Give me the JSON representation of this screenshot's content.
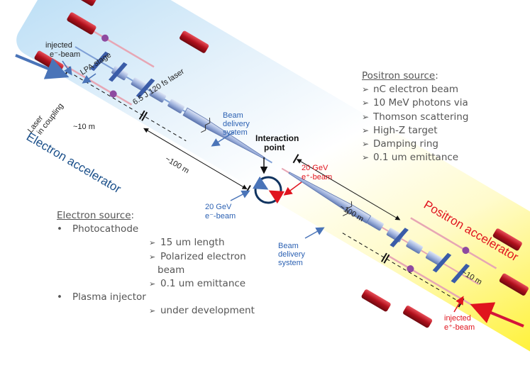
{
  "labels": {
    "injected_electron": [
      "injected",
      "e⁻-beam"
    ],
    "lpa_stage": "LPA stage",
    "laser_spec": "6.5 J 120 fs laser",
    "laser_in_coupling": [
      "Laser",
      "in coupling"
    ],
    "ten_m_left": "~10 m",
    "ten_m_right": "~10 m",
    "electron_accelerator": "Electron accelerator",
    "positron_accelerator": "Positron accelerator",
    "bds_upper": [
      "Beam",
      "delivery",
      "system"
    ],
    "bds_lower": [
      "Beam",
      "delivery",
      "system"
    ],
    "hundred_m_left": "~100 m",
    "hundred_m_right": "~100 m",
    "interaction_point": [
      "Interaction",
      "point"
    ],
    "electron_beam_20gev": [
      "20 GeV",
      "e⁻-beam"
    ],
    "positron_beam_20gev": [
      "20 GeV",
      "e⁺-beam"
    ],
    "injected_positron": [
      "injected",
      "e⁺-beam"
    ]
  },
  "positron_source": {
    "title": "Positron source",
    "items": [
      "nC electron beam",
      "10 MeV photons via",
      "Thomson scattering",
      "High-Z target",
      "Damping ring",
      "0.1 um emittance"
    ]
  },
  "electron_source": {
    "title": "Electron source",
    "groups": [
      {
        "label": "Photocathode",
        "items": [
          "15 um length",
          "Polarized electron beam",
          "0.1 um emittance"
        ]
      },
      {
        "label": "Plasma injector",
        "items": [
          "under development"
        ]
      }
    ]
  },
  "colors": {
    "electron_bg": "#c6e2f5",
    "positron_bg": "#fff23a",
    "beamline": "#4a74b8",
    "magnet": "#9fb2dd",
    "laser": "#c4121f",
    "label_blue": "#2d62b3",
    "label_red": "#e0141e",
    "ip_ring": "#10335f"
  }
}
